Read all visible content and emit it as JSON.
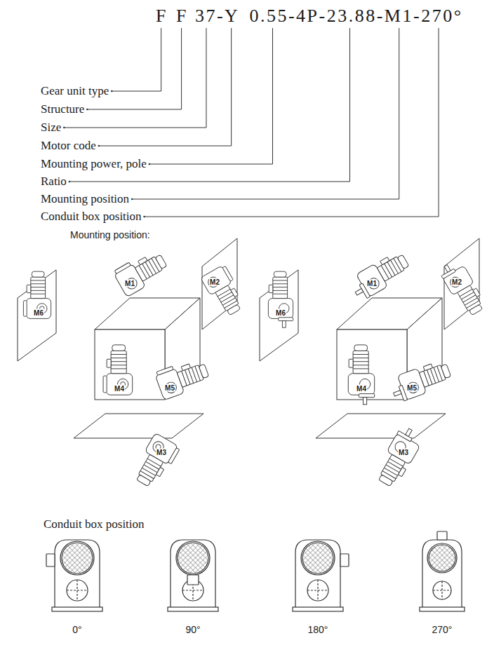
{
  "diagram": {
    "labels": [
      "F",
      "F",
      "37-",
      "Y",
      "0.55-4P-",
      "23.88-",
      "M1-",
      "270°",
      "Gear unit type",
      "Structure",
      "Size",
      "Motor code",
      "Mounting power, pole",
      "Ratio",
      "Mounting position",
      "Conduit box position",
      "Mounting position:",
      "M6",
      "M1",
      "M2",
      "M4",
      "M5",
      "M3",
      "M6",
      "M1",
      "M2",
      "M4",
      "M5",
      "M3",
      "Conduit box position",
      "0°",
      "90°",
      "180°",
      "270°"
    ]
  }
}
